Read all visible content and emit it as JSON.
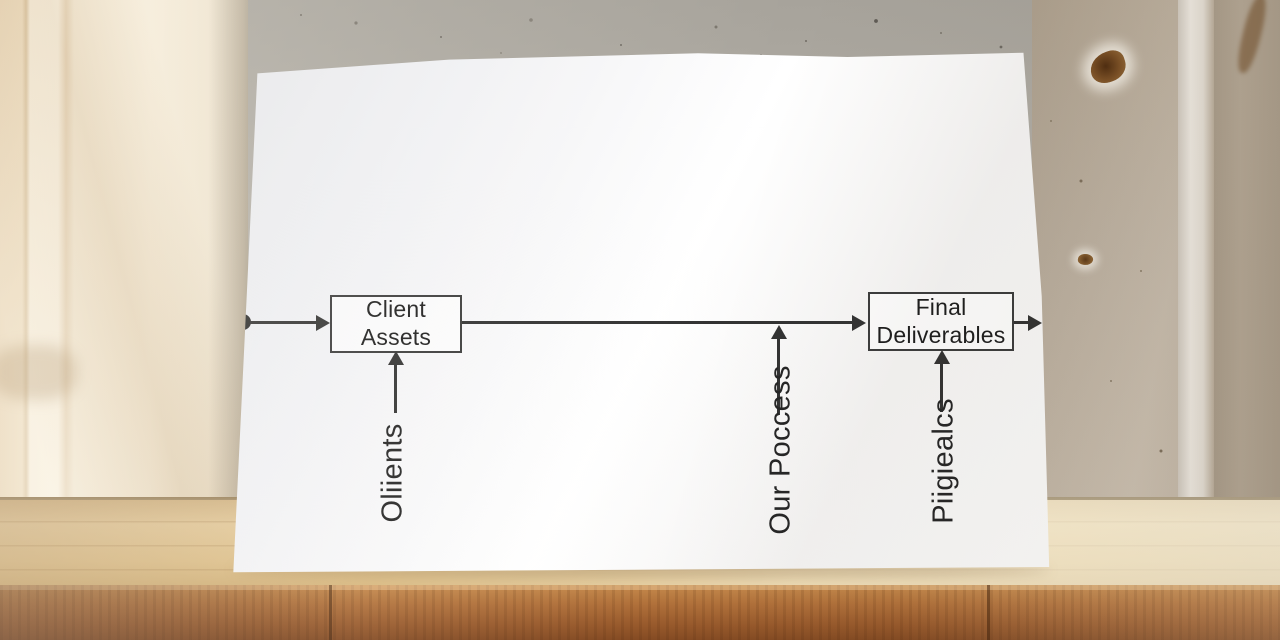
{
  "diagram": {
    "nodes": [
      {
        "id": "start",
        "type": "dot",
        "label": ""
      },
      {
        "id": "client-assets",
        "type": "box",
        "label": "Client Assets"
      },
      {
        "id": "final-deliverables",
        "type": "box",
        "label": "Final Deliverables"
      }
    ],
    "connections": [
      {
        "from": "start",
        "to": "client-assets",
        "type": "arrow-right"
      },
      {
        "from": "client-assets",
        "to": "final-deliverables",
        "type": "arrow-right"
      },
      {
        "from": "final-deliverables",
        "to": "edge-of-paper",
        "type": "arrow-right"
      }
    ],
    "vertical_labels": [
      {
        "text": "Oliients",
        "points_to": "client-assets",
        "direction": "arrow-up"
      },
      {
        "text": "Our Poccess",
        "points_to": "main-flow-line",
        "direction": "arrow-up"
      },
      {
        "text": "Piigiealcs",
        "points_to": "final-deliverables",
        "direction": "arrow-up"
      }
    ],
    "colors": {
      "ink": "#333333",
      "paper": "#f7f7f8"
    }
  },
  "scene_colors": {
    "left_wall_cream": "#f1e5cf",
    "concrete_gray": "#aeaaa2",
    "right_wall_taupe": "#bcb0a0",
    "wood_deck_light": "#ecd3a4",
    "bench_front_wood": "#b0703a"
  }
}
